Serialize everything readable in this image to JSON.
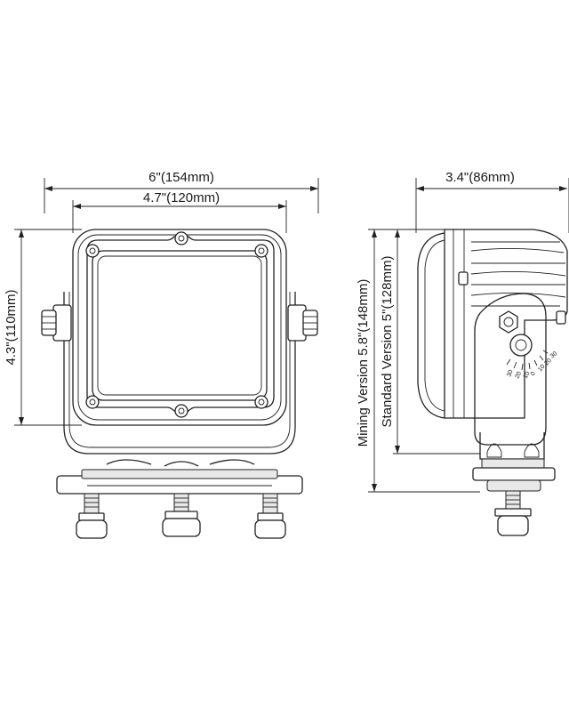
{
  "front_view": {
    "overall_width": "6\"(154mm)",
    "lens_width": "4.7\"(120mm)",
    "height": "4.3\"(110mm)"
  },
  "side_view": {
    "depth": "3.4\"(86mm)",
    "mining_height": "Mining Version 5.8\"(148mm)",
    "standard_height": "Standard Version 5\"(128mm)",
    "angle_scale": [
      "30",
      "20",
      "10",
      "0",
      "10",
      "20",
      "30"
    ]
  }
}
